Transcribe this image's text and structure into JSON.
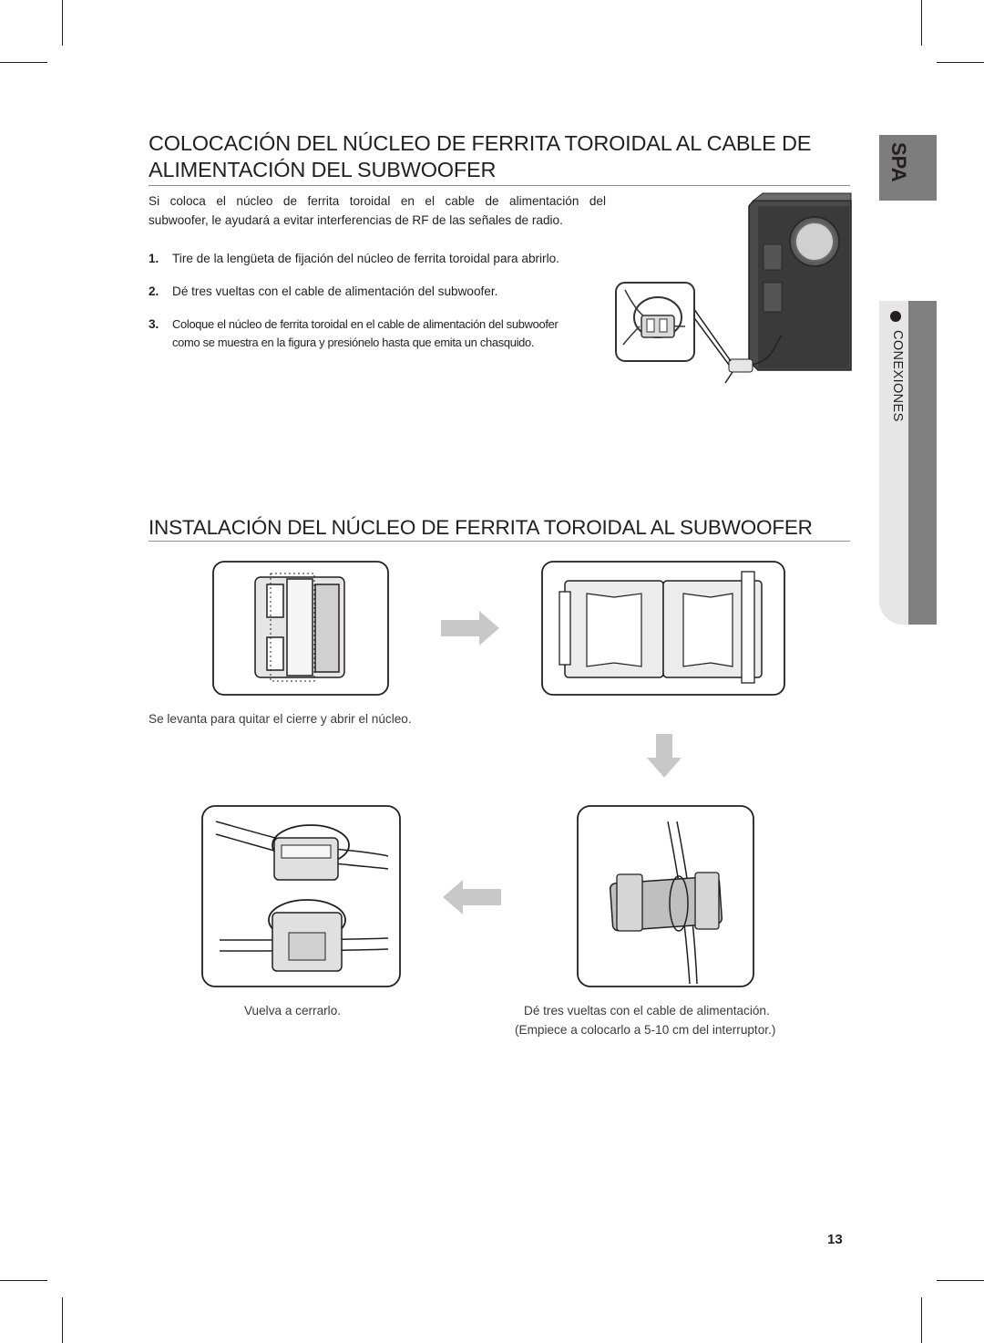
{
  "section1": {
    "title_line1": "COLOCACIÓN DEL NÚCLEO DE FERRITA TOROIDAL AL CABLE DE",
    "title_line2": "ALIMENTACIÓN DEL SUBWOOFER",
    "intro_line1": "Si coloca el núcleo de ferrita toroidal en el cable de alimentación del",
    "intro_line2": "subwoofer, le ayudará a evitar interferencias de RF de las señales de radio.",
    "steps": [
      {
        "num": "1.",
        "text": "Tire de la lengüeta de fijación del núcleo de ferrita toroidal para abrirlo."
      },
      {
        "num": "2.",
        "text": "Dé tres vueltas con el cable de alimentación del subwoofer."
      },
      {
        "num": "3.",
        "text_line1": "Coloque el núcleo de ferrita toroidal en el cable de alimentación del subwoofer",
        "text_line2": "como se muestra en la figura y presiónelo hasta que emita un chasquido."
      }
    ]
  },
  "section2": {
    "title": "INSTALACIÓN DEL NÚCLEO DE FERRITA TOROIDAL AL SUBWOOFER",
    "caption_open": "Se levanta para quitar el cierre y abrir el núcleo.",
    "caption_close": "Vuelva a cerrarlo.",
    "caption_wrap_line1": "Dé tres vueltas con el cable de alimentación.",
    "caption_wrap_line2": "(Empiece a colocarlo a 5-10 cm del interruptor.)"
  },
  "side_tabs": {
    "language": "SPA",
    "chapter": "CONEXIONES"
  },
  "page_number": "13",
  "colors": {
    "text": "#231f20",
    "tab_dark": "#7d7d7d",
    "tab_light": "#e6e6e6",
    "arrow": "#c8c8c8"
  }
}
